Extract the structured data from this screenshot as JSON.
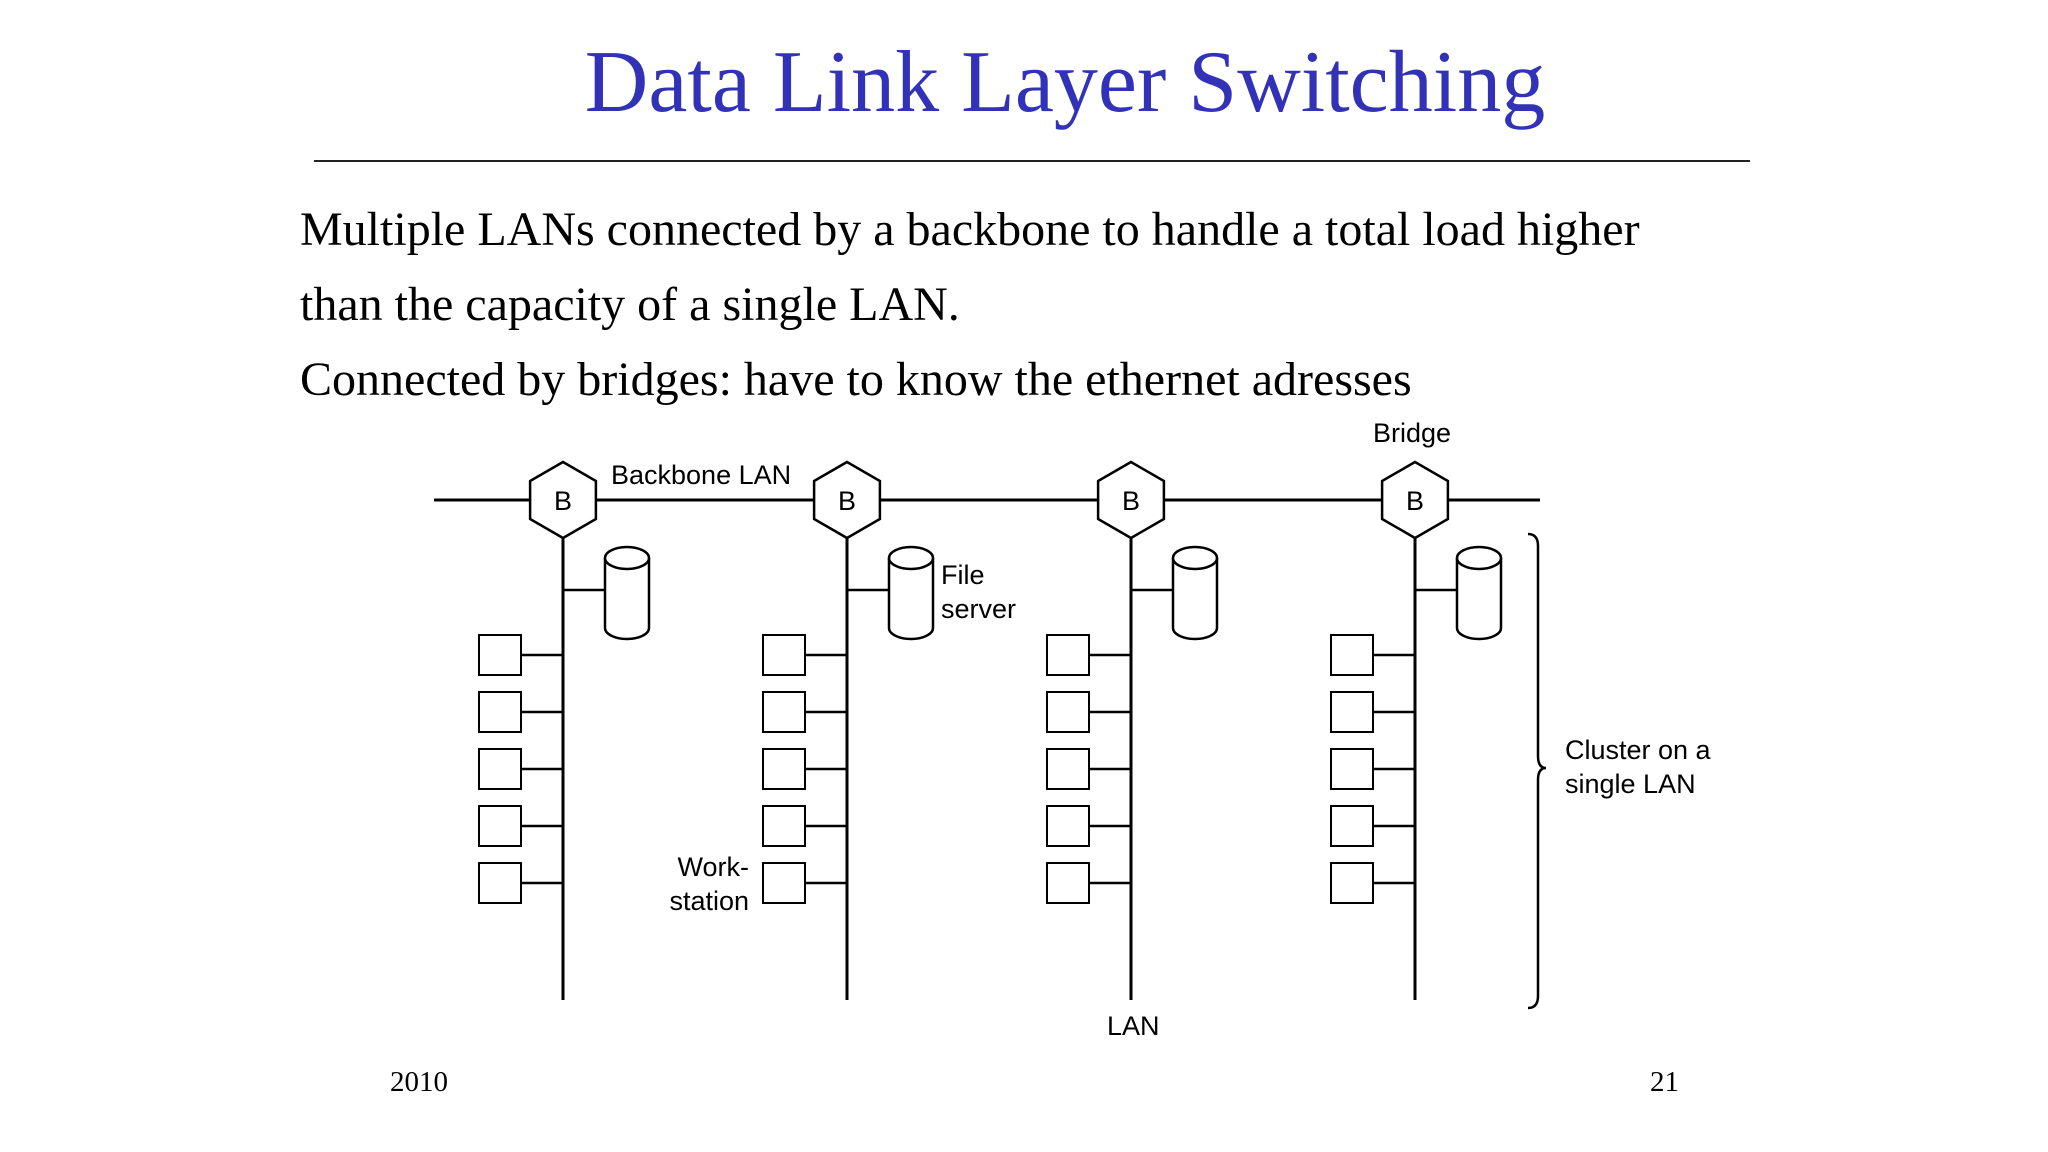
{
  "slide": {
    "title": "Data Link Layer Switching",
    "lines": [
      "Multiple LANs connected by a backbone to handle a total load higher",
      "than the capacity of a single LAN.",
      "Connected by bridges: have to know the ethernet adresses"
    ],
    "footer_left": "2010",
    "footer_right": "21"
  },
  "diagram": {
    "labels": {
      "backbone": "Backbone LAN",
      "bridge": "Bridge",
      "file_server_line1": "File",
      "file_server_line2": "server",
      "workstation_line1": "Work-",
      "workstation_line2": "station",
      "lan": "LAN",
      "cluster_line1": "Cluster on a",
      "cluster_line2": "single LAN"
    },
    "bridge_symbol": "B",
    "cluster_count": 4,
    "workstations_per_cluster": 5
  }
}
